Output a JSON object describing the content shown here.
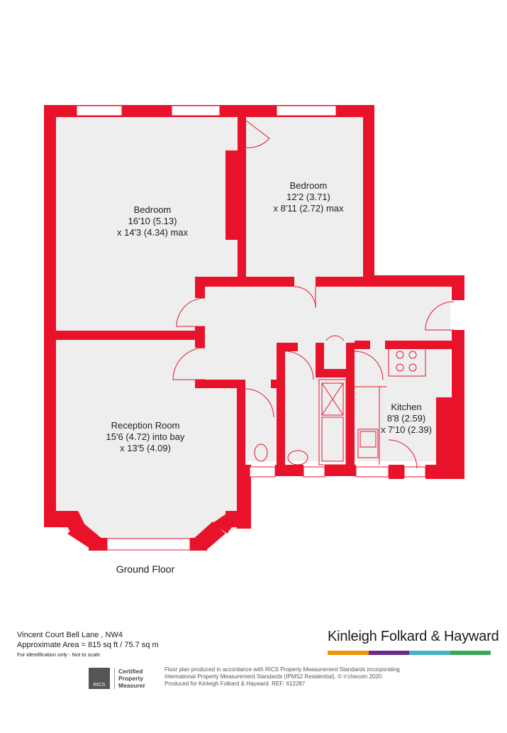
{
  "rooms": [
    {
      "name": "Bedroom",
      "dim1": "16'10 (5.13)",
      "dim2": "x 14'3 (4.34) max"
    },
    {
      "name": "Bedroom",
      "dim1": "12'2 (3.71)",
      "dim2": "x 8'11 (2.72) max"
    },
    {
      "name": "Reception Room",
      "dim1": "15'6 (4.72) into bay",
      "dim2": "x 13'5 (4.09)"
    },
    {
      "name": "Kitchen",
      "dim1": "8'8 (2.59)",
      "dim2": "x 7'10 (2.39)"
    }
  ],
  "floor_label": "Ground Floor",
  "address": {
    "line1": "Vincent Court Bell Lane , NW4",
    "line2": "Approximate Area = 815 sq ft / 75.7 sq m",
    "note": "For identification only - Not to scale"
  },
  "brand": {
    "name": "Kinleigh Folkard & Hayward",
    "stripe_colors": [
      "#f29400",
      "#6a2c8c",
      "#3fb6c6",
      "#3aa657"
    ]
  },
  "rics": {
    "badge": "RICS",
    "line1": "Certified",
    "line2": "Property",
    "line3": "Measurer"
  },
  "disclaimer": {
    "line1": "Floor plan produced in accordance with RICS Property Measurement Standards incorporating",
    "line2": "International Property Measurement Standards (IPMS2 Residential).  © n'checom 2020.",
    "line3": "Produced for Kinleigh Folkard & Hayward.   REF: 612287"
  },
  "colors": {
    "wall": "#e8132a",
    "floor": "#eeeeee"
  }
}
